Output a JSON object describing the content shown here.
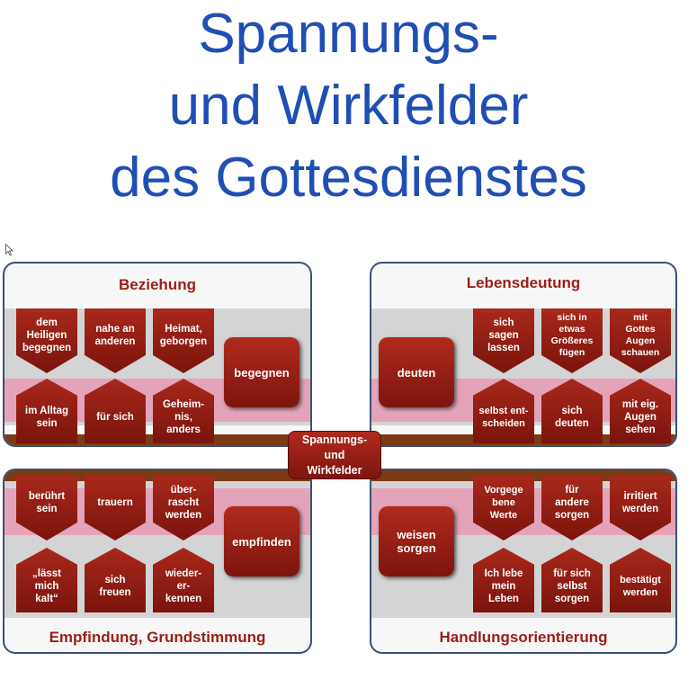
{
  "title": {
    "line1": "Spannungs-",
    "line2": "und Wirkfelder",
    "line3": "des Gottesdienstes"
  },
  "center": {
    "label": "Spannungs-\nund\nWirkfelder"
  },
  "panels": {
    "beziehung": {
      "title": "Beziehung",
      "top": [
        "dem\nHeiligen\nbegegnen",
        "nahe an\nanderen",
        "Heimat,\ngeborgen"
      ],
      "bottom": [
        "im Alltag\nsein",
        "für sich",
        "Geheim-\nnis,\nanders"
      ],
      "main": "begegnen"
    },
    "lebensdeutung": {
      "title": "Lebensdeutung",
      "top": [
        "sich\nsagen\nlassen",
        "sich in\netwas\nGrößeres\nfügen",
        "mit\nGottes\nAugen\nschauen"
      ],
      "bottom": [
        "selbst ent-\nscheiden",
        "sich\ndeuten",
        "mit eig.\nAugen\nsehen"
      ],
      "main": "deuten"
    },
    "empfindung": {
      "title": "Empfindung, Grundstimmung",
      "top": [
        "berührt\nsein",
        "trauern",
        "über-\nrascht\nwerden"
      ],
      "bottom": [
        "„lässt\nmich\nkalt“",
        "sich\nfreuen",
        "wieder-\ner-\nkennen"
      ],
      "main": "empfinden"
    },
    "handlung": {
      "title": "Handlungsorientierung",
      "top": [
        "Vorgege\nbene\nWerte",
        "für\nandere\nsorgen",
        "irritiert\nwerden"
      ],
      "bottom": [
        "Ich lebe\nmein\nLeben",
        "für sich\nselbst\nsorgen",
        "bestätigt\nwerden"
      ],
      "main": "weisen\nsorgen"
    }
  },
  "colors": {
    "title": "#1f4fb4",
    "panel_title": "#9a1e14",
    "shape_fill": "#9a1e14",
    "band_pink": "#e4a3b8",
    "band_brown": "#7b3a14",
    "panel_border": "#3a4f7a"
  }
}
